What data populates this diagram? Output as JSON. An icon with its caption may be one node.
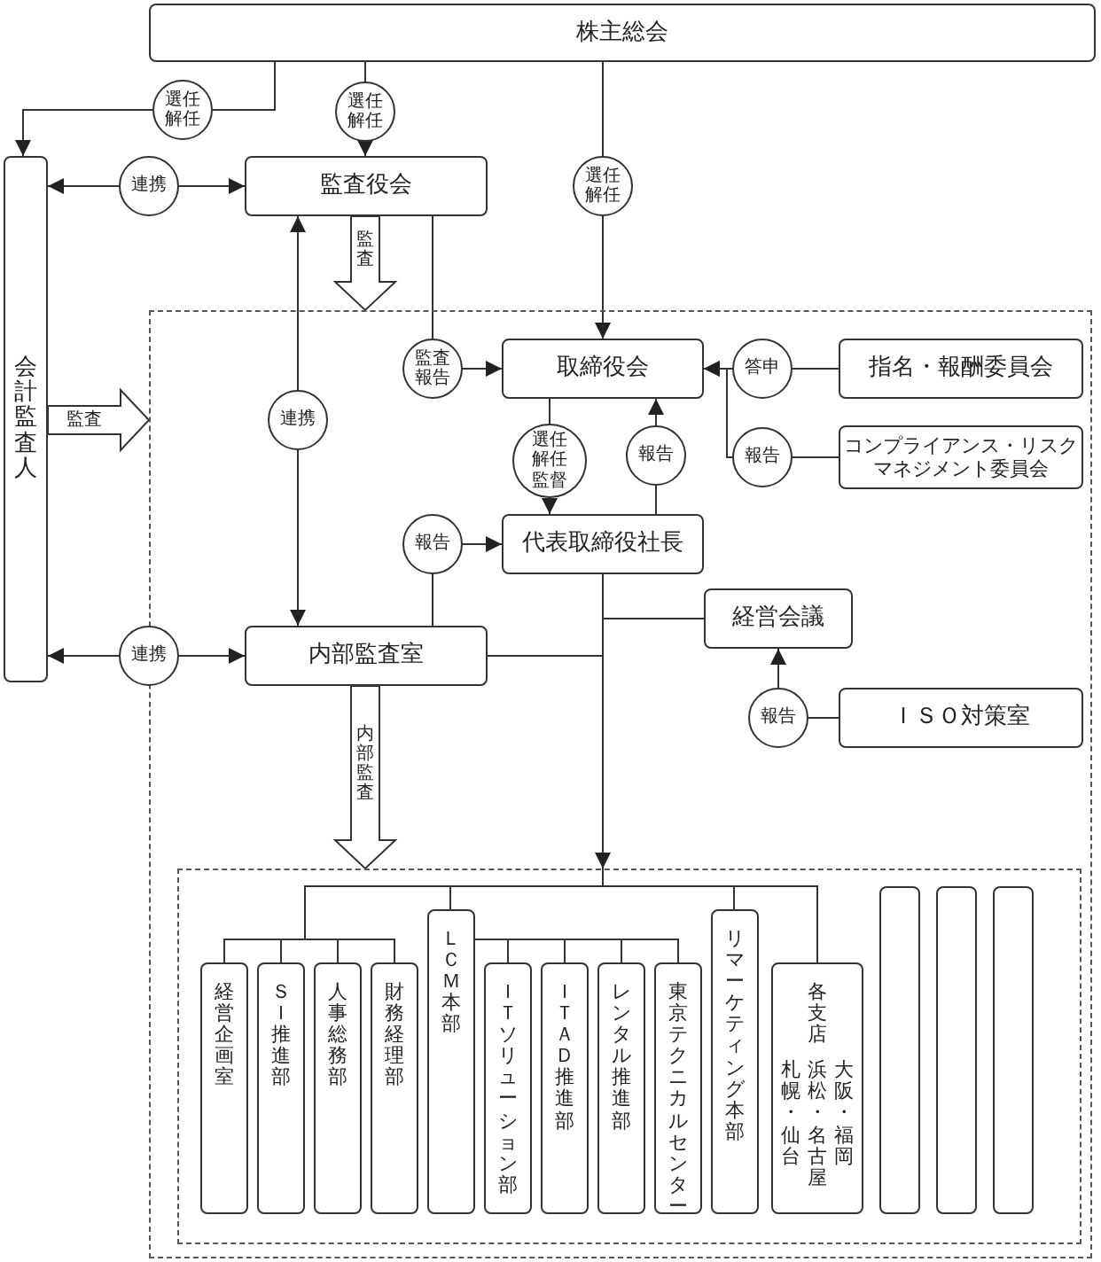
{
  "diagram": {
    "nodes": [
      {
        "text": [
          "株主総会"
        ]
      },
      {
        "text": [
          "会計監査人"
        ]
      },
      {
        "text": [
          "監査役会"
        ]
      },
      {
        "text": [],
        "shape": "box"
      },
      {
        "text": [
          "取締役会"
        ],
        "in": 3
      },
      {
        "text": [
          "指名・報酬委員会"
        ],
        "in": 3
      },
      {
        "text": [
          "コンプライアンス・リスクマネジメント委員会"
        ],
        "in": 3
      },
      {
        "text": [
          "代表取締役社長"
        ],
        "in": 3
      },
      {
        "text": [
          "経営会議"
        ],
        "in": 3
      },
      {
        "text": [
          "内部監査室"
        ],
        "in": 3
      },
      {
        "text": [
          "ＩＳＯ対策室"
        ],
        "in": 3
      },
      {
        "text": [],
        "shape": "box",
        "in": 3
      },
      {
        "text": [
          "経営企画室"
        ],
        "in": 11
      },
      {
        "text": [
          "ＳＩ推進部"
        ],
        "in": 11
      },
      {
        "text": [
          "人事総務部"
        ],
        "in": 11
      },
      {
        "text": [
          "財務経理部"
        ],
        "in": 11
      },
      {
        "text": [
          "ＬＣＭ本部"
        ],
        "in": 11
      },
      {
        "text": [
          "ＩＴソリューション部"
        ],
        "in": 11
      },
      {
        "text": [
          "ＩＴＡＤ推進部"
        ],
        "in": 11
      },
      {
        "text": [
          "レンタル推進部"
        ],
        "in": 11
      },
      {
        "text": [
          "東京テクニカルセンター"
        ],
        "in": 11
      },
      {
        "text": [
          "リマーケティング本部"
        ],
        "in": 11
      },
      {
        "text": [
          "各支店",
          "札幌・仙台",
          "浜松・名古屋",
          "大阪・福岡"
        ],
        "in": 11
      },
      {
        "text": [],
        "shape": "box",
        "in": 11
      },
      {
        "text": [],
        "shape": "box",
        "in": 11
      },
      {
        "text": [],
        "shape": "box",
        "in": 11
      }
    ],
    "edges": [
      {
        "from": 0,
        "to": 1,
        "arrow": "to",
        "label": "選任解任"
      },
      {
        "from": 0,
        "to": 2,
        "arrow": "to",
        "label": "選任解任"
      },
      {
        "from": 0,
        "to": 4,
        "arrow": "to",
        "label": "選任解任"
      },
      {
        "from": 1,
        "to": 2,
        "arrow": "both",
        "label": "連携"
      },
      {
        "from": 2,
        "to": 4,
        "arrow": "to",
        "label": "監査報告"
      },
      {
        "from": 2,
        "to": 9,
        "arrow": "both",
        "label": "連携"
      },
      {
        "from": 1,
        "to": 9,
        "arrow": "both",
        "label": "連携"
      },
      {
        "from": 4,
        "to": 7,
        "arrow": "to",
        "label": "選任解任監督"
      },
      {
        "from": 7,
        "to": 4,
        "arrow": "to",
        "label": "報告"
      },
      {
        "from": 5,
        "to": 4,
        "arrow": "to",
        "label": "答申"
      },
      {
        "from": 6,
        "to": 4,
        "arrow": "to",
        "label": "報告"
      },
      {
        "from": 9,
        "to": 7,
        "arrow": "to",
        "label": "報告"
      },
      {
        "from": 7,
        "to": 8,
        "arrow": "none"
      },
      {
        "from": 9,
        "to": 7,
        "arrow": "none"
      },
      {
        "from": 10,
        "to": 8,
        "arrow": "to",
        "label": "報告"
      },
      {
        "from": 7,
        "to": 11,
        "arrow": "to"
      },
      {
        "from": 2,
        "to": 3,
        "arrow": "to",
        "label": "監査",
        "style": "thick"
      },
      {
        "from": 1,
        "to": 3,
        "arrow": "to",
        "label": "監査",
        "style": "thick"
      },
      {
        "from": 9,
        "to": 11,
        "arrow": "to",
        "label": "内部監査",
        "style": "thick"
      },
      {
        "from": 11,
        "to": 12,
        "arrow": "none"
      },
      {
        "from": 11,
        "to": 13,
        "arrow": "none"
      },
      {
        "from": 11,
        "to": 14,
        "arrow": "none"
      },
      {
        "from": 11,
        "to": 15,
        "arrow": "none"
      },
      {
        "from": 11,
        "to": 16,
        "arrow": "none"
      },
      {
        "from": 11,
        "to": 21,
        "arrow": "none"
      },
      {
        "from": 11,
        "to": 22,
        "arrow": "none"
      },
      {
        "from": 16,
        "to": 17,
        "arrow": "none"
      },
      {
        "from": 16,
        "to": 18,
        "arrow": "none"
      },
      {
        "from": 16,
        "to": 19,
        "arrow": "none"
      },
      {
        "from": 16,
        "to": 20,
        "arrow": "none"
      }
    ]
  }
}
